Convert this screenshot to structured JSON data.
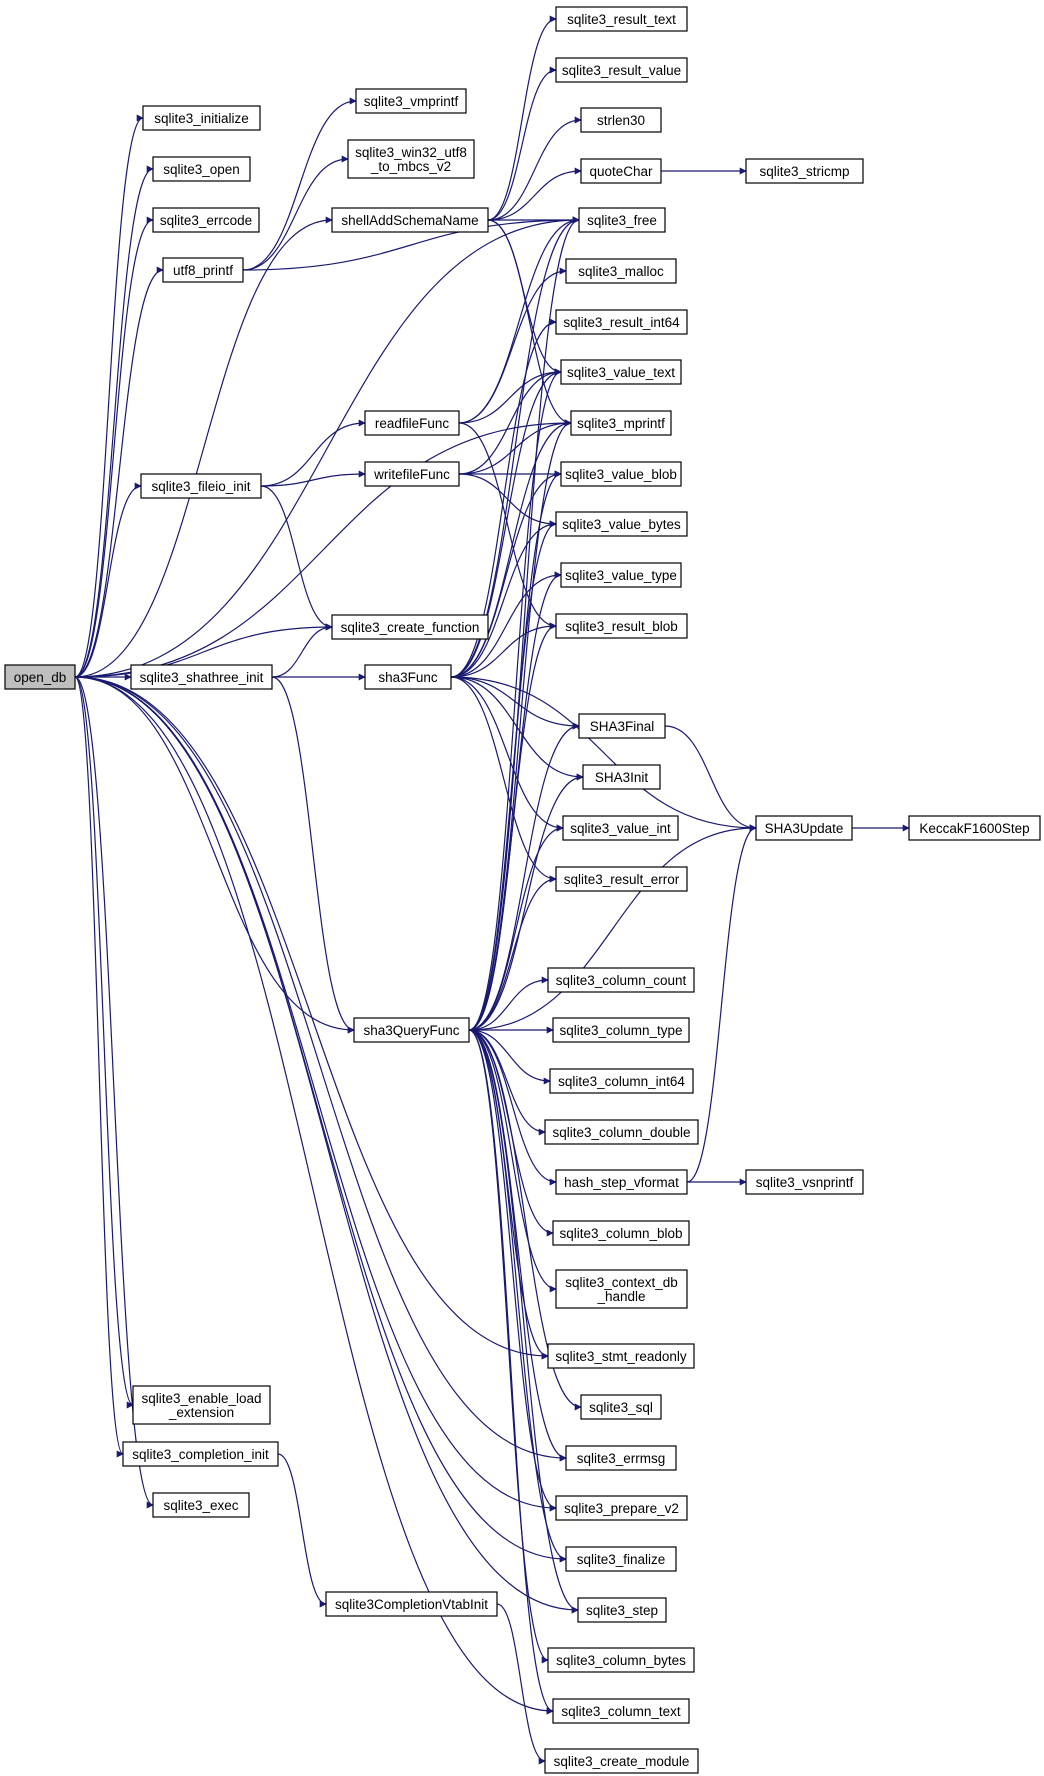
{
  "graph": {
    "edge_color": "#191970",
    "root_fill": "#bfbfbf",
    "nodes": [
      {
        "id": "open_db",
        "label": [
          "open_db"
        ],
        "root": true
      },
      {
        "id": "init",
        "label": [
          "sqlite3_initialize"
        ]
      },
      {
        "id": "open",
        "label": [
          "sqlite3_open"
        ]
      },
      {
        "id": "errcode",
        "label": [
          "sqlite3_errcode"
        ]
      },
      {
        "id": "utf8",
        "label": [
          "utf8_printf"
        ]
      },
      {
        "id": "fileio",
        "label": [
          "sqlite3_fileio_init"
        ]
      },
      {
        "id": "shathree",
        "label": [
          "sqlite3_shathree_init"
        ]
      },
      {
        "id": "enable",
        "label": [
          "sqlite3_enable_load",
          "_extension"
        ]
      },
      {
        "id": "compinit",
        "label": [
          "sqlite3_completion_init"
        ]
      },
      {
        "id": "exec",
        "label": [
          "sqlite3_exec"
        ]
      },
      {
        "id": "vmprintf",
        "label": [
          "sqlite3_vmprintf"
        ]
      },
      {
        "id": "win32",
        "label": [
          "sqlite3_win32_utf8",
          "_to_mbcs_v2"
        ]
      },
      {
        "id": "shell",
        "label": [
          "shellAddSchemaName"
        ]
      },
      {
        "id": "readfile",
        "label": [
          "readfileFunc"
        ]
      },
      {
        "id": "writefile",
        "label": [
          "writefileFunc"
        ]
      },
      {
        "id": "createfn",
        "label": [
          "sqlite3_create_function"
        ]
      },
      {
        "id": "sha3",
        "label": [
          "sha3Func"
        ]
      },
      {
        "id": "sha3q",
        "label": [
          "sha3QueryFunc"
        ]
      },
      {
        "id": "compvt",
        "label": [
          "sqlite3CompletionVtabInit"
        ]
      },
      {
        "id": "rtext",
        "label": [
          "sqlite3_result_text"
        ]
      },
      {
        "id": "rvalue",
        "label": [
          "sqlite3_result_value"
        ]
      },
      {
        "id": "strlen",
        "label": [
          "strlen30"
        ]
      },
      {
        "id": "quote",
        "label": [
          "quoteChar"
        ]
      },
      {
        "id": "free",
        "label": [
          "sqlite3_free"
        ]
      },
      {
        "id": "malloc",
        "label": [
          "sqlite3_malloc"
        ]
      },
      {
        "id": "rint64",
        "label": [
          "sqlite3_result_int64"
        ]
      },
      {
        "id": "vtext",
        "label": [
          "sqlite3_value_text"
        ]
      },
      {
        "id": "mprintf",
        "label": [
          "sqlite3_mprintf"
        ]
      },
      {
        "id": "vblob",
        "label": [
          "sqlite3_value_blob"
        ]
      },
      {
        "id": "vbytes",
        "label": [
          "sqlite3_value_bytes"
        ]
      },
      {
        "id": "vtype",
        "label": [
          "sqlite3_value_type"
        ]
      },
      {
        "id": "rblob",
        "label": [
          "sqlite3_result_blob"
        ]
      },
      {
        "id": "sfinal",
        "label": [
          "SHA3Final"
        ]
      },
      {
        "id": "sinit",
        "label": [
          "SHA3Init"
        ]
      },
      {
        "id": "vint",
        "label": [
          "sqlite3_value_int"
        ]
      },
      {
        "id": "rerror",
        "label": [
          "sqlite3_result_error"
        ]
      },
      {
        "id": "ccount",
        "label": [
          "sqlite3_column_count"
        ]
      },
      {
        "id": "ctype",
        "label": [
          "sqlite3_column_type"
        ]
      },
      {
        "id": "cint64",
        "label": [
          "sqlite3_column_int64"
        ]
      },
      {
        "id": "cdouble",
        "label": [
          "sqlite3_column_double"
        ]
      },
      {
        "id": "hashstep",
        "label": [
          "hash_step_vformat"
        ]
      },
      {
        "id": "cblob",
        "label": [
          "sqlite3_column_blob"
        ]
      },
      {
        "id": "ctxdb",
        "label": [
          "sqlite3_context_db",
          "_handle"
        ]
      },
      {
        "id": "readonly",
        "label": [
          "sqlite3_stmt_readonly"
        ]
      },
      {
        "id": "sql",
        "label": [
          "sqlite3_sql"
        ]
      },
      {
        "id": "errmsg",
        "label": [
          "sqlite3_errmsg"
        ]
      },
      {
        "id": "prepare",
        "label": [
          "sqlite3_prepare_v2"
        ]
      },
      {
        "id": "finalize",
        "label": [
          "sqlite3_finalize"
        ]
      },
      {
        "id": "step",
        "label": [
          "sqlite3_step"
        ]
      },
      {
        "id": "cbytes",
        "label": [
          "sqlite3_column_bytes"
        ]
      },
      {
        "id": "ctext",
        "label": [
          "sqlite3_column_text"
        ]
      },
      {
        "id": "createmod",
        "label": [
          "sqlite3_create_module"
        ]
      },
      {
        "id": "stricmp",
        "label": [
          "sqlite3_stricmp"
        ]
      },
      {
        "id": "supdate",
        "label": [
          "SHA3Update"
        ]
      },
      {
        "id": "keccak",
        "label": [
          "KeccakF1600Step"
        ]
      },
      {
        "id": "vsnprintf",
        "label": [
          "sqlite3_vsnprintf"
        ]
      }
    ],
    "edges": [
      [
        "open_db",
        "init"
      ],
      [
        "open_db",
        "open"
      ],
      [
        "open_db",
        "errcode"
      ],
      [
        "open_db",
        "utf8"
      ],
      [
        "open_db",
        "shell"
      ],
      [
        "open_db",
        "free"
      ],
      [
        "open_db",
        "fileio"
      ],
      [
        "open_db",
        "mprintf"
      ],
      [
        "open_db",
        "createfn"
      ],
      [
        "open_db",
        "shathree"
      ],
      [
        "open_db",
        "enable"
      ],
      [
        "open_db",
        "compinit"
      ],
      [
        "open_db",
        "exec"
      ],
      [
        "open_db",
        "sha3q"
      ],
      [
        "open_db",
        "step"
      ],
      [
        "open_db",
        "finalize"
      ],
      [
        "open_db",
        "prepare"
      ],
      [
        "open_db",
        "errmsg"
      ],
      [
        "open_db",
        "readonly"
      ],
      [
        "open_db",
        "ctext"
      ],
      [
        "utf8",
        "vmprintf"
      ],
      [
        "utf8",
        "win32"
      ],
      [
        "utf8",
        "free"
      ],
      [
        "shell",
        "rtext"
      ],
      [
        "shell",
        "rvalue"
      ],
      [
        "shell",
        "strlen"
      ],
      [
        "shell",
        "quote"
      ],
      [
        "shell",
        "free"
      ],
      [
        "shell",
        "vtext"
      ],
      [
        "shell",
        "mprintf"
      ],
      [
        "quote",
        "stricmp"
      ],
      [
        "fileio",
        "readfile"
      ],
      [
        "fileio",
        "writefile"
      ],
      [
        "fileio",
        "createfn"
      ],
      [
        "readfile",
        "free"
      ],
      [
        "readfile",
        "malloc"
      ],
      [
        "readfile",
        "vtext"
      ],
      [
        "readfile",
        "rblob"
      ],
      [
        "writefile",
        "vtext"
      ],
      [
        "writefile",
        "mprintf"
      ],
      [
        "writefile",
        "vblob"
      ],
      [
        "writefile",
        "vbytes"
      ],
      [
        "shathree",
        "createfn"
      ],
      [
        "shathree",
        "sha3"
      ],
      [
        "shathree",
        "sha3q"
      ],
      [
        "sha3",
        "free"
      ],
      [
        "sha3",
        "rint64"
      ],
      [
        "sha3",
        "vtext"
      ],
      [
        "sha3",
        "mprintf"
      ],
      [
        "sha3",
        "vblob"
      ],
      [
        "sha3",
        "vbytes"
      ],
      [
        "sha3",
        "vtype"
      ],
      [
        "sha3",
        "rblob"
      ],
      [
        "sha3",
        "sfinal"
      ],
      [
        "sha3",
        "sinit"
      ],
      [
        "sha3",
        "vint"
      ],
      [
        "sha3",
        "rerror"
      ],
      [
        "sha3",
        "supdate"
      ],
      [
        "sfinal",
        "supdate"
      ],
      [
        "supdate",
        "keccak"
      ],
      [
        "sha3q",
        "free"
      ],
      [
        "sha3q",
        "vtext"
      ],
      [
        "sha3q",
        "mprintf"
      ],
      [
        "sha3q",
        "vblob"
      ],
      [
        "sha3q",
        "vbytes"
      ],
      [
        "sha3q",
        "vtype"
      ],
      [
        "sha3q",
        "rblob"
      ],
      [
        "sha3q",
        "sfinal"
      ],
      [
        "sha3q",
        "sinit"
      ],
      [
        "sha3q",
        "vint"
      ],
      [
        "sha3q",
        "rerror"
      ],
      [
        "sha3q",
        "supdate"
      ],
      [
        "sha3q",
        "ccount"
      ],
      [
        "sha3q",
        "ctype"
      ],
      [
        "sha3q",
        "cint64"
      ],
      [
        "sha3q",
        "cdouble"
      ],
      [
        "sha3q",
        "hashstep"
      ],
      [
        "sha3q",
        "cblob"
      ],
      [
        "sha3q",
        "ctxdb"
      ],
      [
        "sha3q",
        "readonly"
      ],
      [
        "sha3q",
        "sql"
      ],
      [
        "sha3q",
        "errmsg"
      ],
      [
        "sha3q",
        "prepare"
      ],
      [
        "sha3q",
        "finalize"
      ],
      [
        "sha3q",
        "step"
      ],
      [
        "sha3q",
        "cbytes"
      ],
      [
        "sha3q",
        "ctext"
      ],
      [
        "hashstep",
        "supdate"
      ],
      [
        "hashstep",
        "vsnprintf"
      ],
      [
        "compinit",
        "compvt"
      ],
      [
        "compvt",
        "createmod"
      ]
    ]
  }
}
